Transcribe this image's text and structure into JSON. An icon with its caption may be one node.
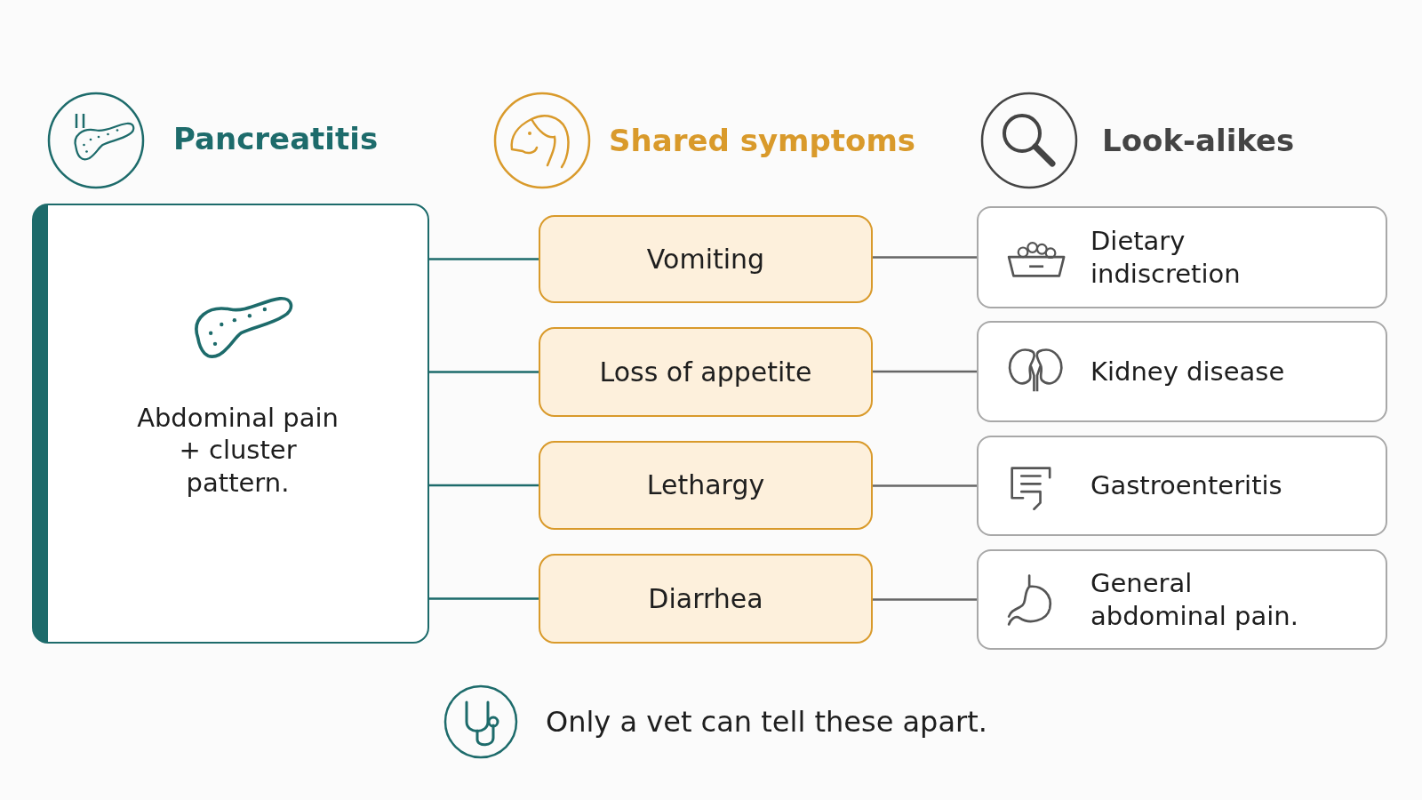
{
  "diagram": {
    "nodes": [
      {
        "text": [
          "Abdominal pain + cluster pattern."
        ]
      },
      {
        "text": [
          "Vomiting"
        ]
      },
      {
        "text": [
          "Loss of appetite"
        ]
      },
      {
        "text": [
          "Lethargy"
        ]
      },
      {
        "text": [
          "Diarrhea"
        ]
      },
      {
        "text": [
          "Dietary indiscretion"
        ]
      },
      {
        "text": [
          "Kidney disease"
        ]
      },
      {
        "text": [
          "Gastroenteritis"
        ]
      },
      {
        "text": [
          "General abdominal pain."
        ]
      }
    ],
    "edges": [
      {
        "from": 0,
        "to": 1,
        "arrow": "none",
        "color": "#1d6b6b"
      },
      {
        "from": 0,
        "to": 2,
        "arrow": "none",
        "color": "#1d6b6b"
      },
      {
        "from": 0,
        "to": 3,
        "arrow": "none",
        "color": "#1d6b6b"
      },
      {
        "from": 0,
        "to": 4,
        "arrow": "none",
        "color": "#1d6b6b"
      },
      {
        "from": 1,
        "to": 5,
        "arrow": "none",
        "color": "#666666"
      },
      {
        "from": 2,
        "to": 6,
        "arrow": "none",
        "color": "#666666"
      },
      {
        "from": 3,
        "to": 7,
        "arrow": "none",
        "color": "#666666"
      },
      {
        "from": 4,
        "to": 8,
        "arrow": "none",
        "color": "#666666"
      }
    ],
    "labels": [
      "Pancreatitis",
      "Shared symptoms",
      "Look-alikes",
      "Only a vet can tell these apart."
    ]
  }
}
